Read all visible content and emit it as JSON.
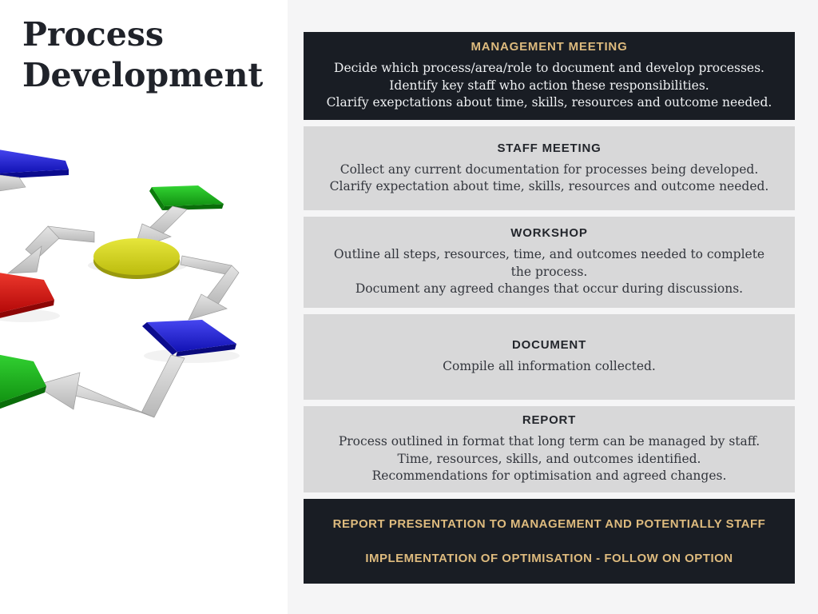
{
  "slide": {
    "title": "Process Development"
  },
  "steps": [
    {
      "title": "MANAGEMENT MEETING",
      "variant": "dark",
      "lines": [
        "Decide which process/area/role to document and develop processes.",
        "Identify key staff who action these responsibilities.",
        "Clarify exepctations about time, skills, resources and outcome needed."
      ]
    },
    {
      "title": "STAFF MEETING",
      "variant": "light",
      "lines": [
        "Collect any current documentation for processes being developed.",
        "Clarify expectation about time, skills, resources and outcome needed."
      ]
    },
    {
      "title": "WORKSHOP",
      "variant": "light",
      "lines": [
        "Outline all steps, resources, time, and outcomes needed to complete the process.",
        "Document any agreed changes that occur during discussions."
      ]
    },
    {
      "title": "DOCUMENT",
      "variant": "light",
      "lines": [
        "Compile all information collected."
      ]
    },
    {
      "title": "REPORT",
      "variant": "light",
      "lines": [
        "Process outlined in format that long term can be managed by staff.",
        "Time, resources, skills, and outcomes identified.",
        "Recommendations for optimisation and agreed changes."
      ]
    }
  ],
  "footer": {
    "lines": [
      "REPORT PRESENTATION TO MANAGEMENT AND POTENTIALLY STAFF",
      "IMPLEMENTATION OF OPTIMISATION - FOLLOW ON OPTION"
    ]
  },
  "colors": {
    "accent_gold": "#debb7e",
    "dark_panel": "#191d24",
    "light_panel": "#d8d8d9",
    "right_background": "#f5f5f6",
    "left_background": "#ffffff",
    "title_text": "#20232a",
    "node_blue": "#1c1ccd",
    "node_green": "#1db11d",
    "node_red": "#d41414",
    "node_yellow": "#d6d622",
    "arrow_gray": "#cfcfcf"
  },
  "illustration": {
    "name": "3d-flowchart",
    "nodes": [
      "blue-parallelogram-top",
      "green-parallelogram-top",
      "yellow-ellipse-center",
      "red-parallelogram-left",
      "blue-parallelogram-right",
      "green-parallelogram-bottom"
    ]
  }
}
